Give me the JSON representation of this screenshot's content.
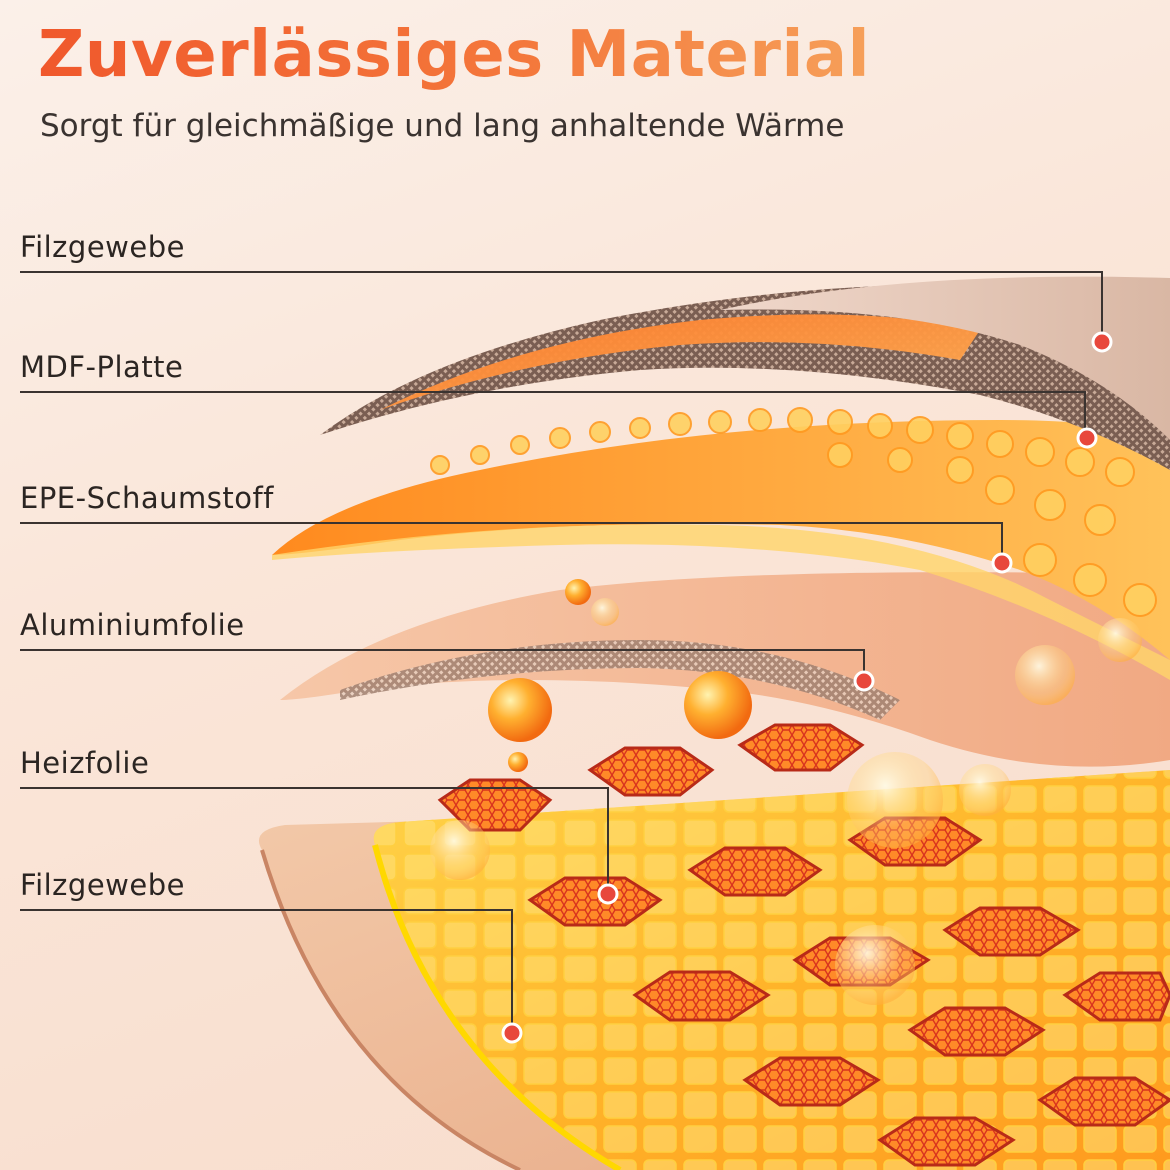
{
  "header": {
    "title": "Zuverlässiges Material",
    "subtitle": "Sorgt für gleichmäßige und lang anhaltende Wärme"
  },
  "layers": [
    {
      "label": "Filzgewebe"
    },
    {
      "label": "MDF-Platte"
    },
    {
      "label": "EPE-Schaumstoff"
    },
    {
      "label": "Aluminiumfolie"
    },
    {
      "label": "Heizfolie"
    },
    {
      "label": "Filzgewebe"
    }
  ],
  "colors": {
    "title_gradient_start": "#f0582c",
    "title_gradient_end": "#f6a05a",
    "marker_dot": "#e8473c",
    "leader_line": "#3a3330",
    "text_dark": "#2b2522"
  }
}
